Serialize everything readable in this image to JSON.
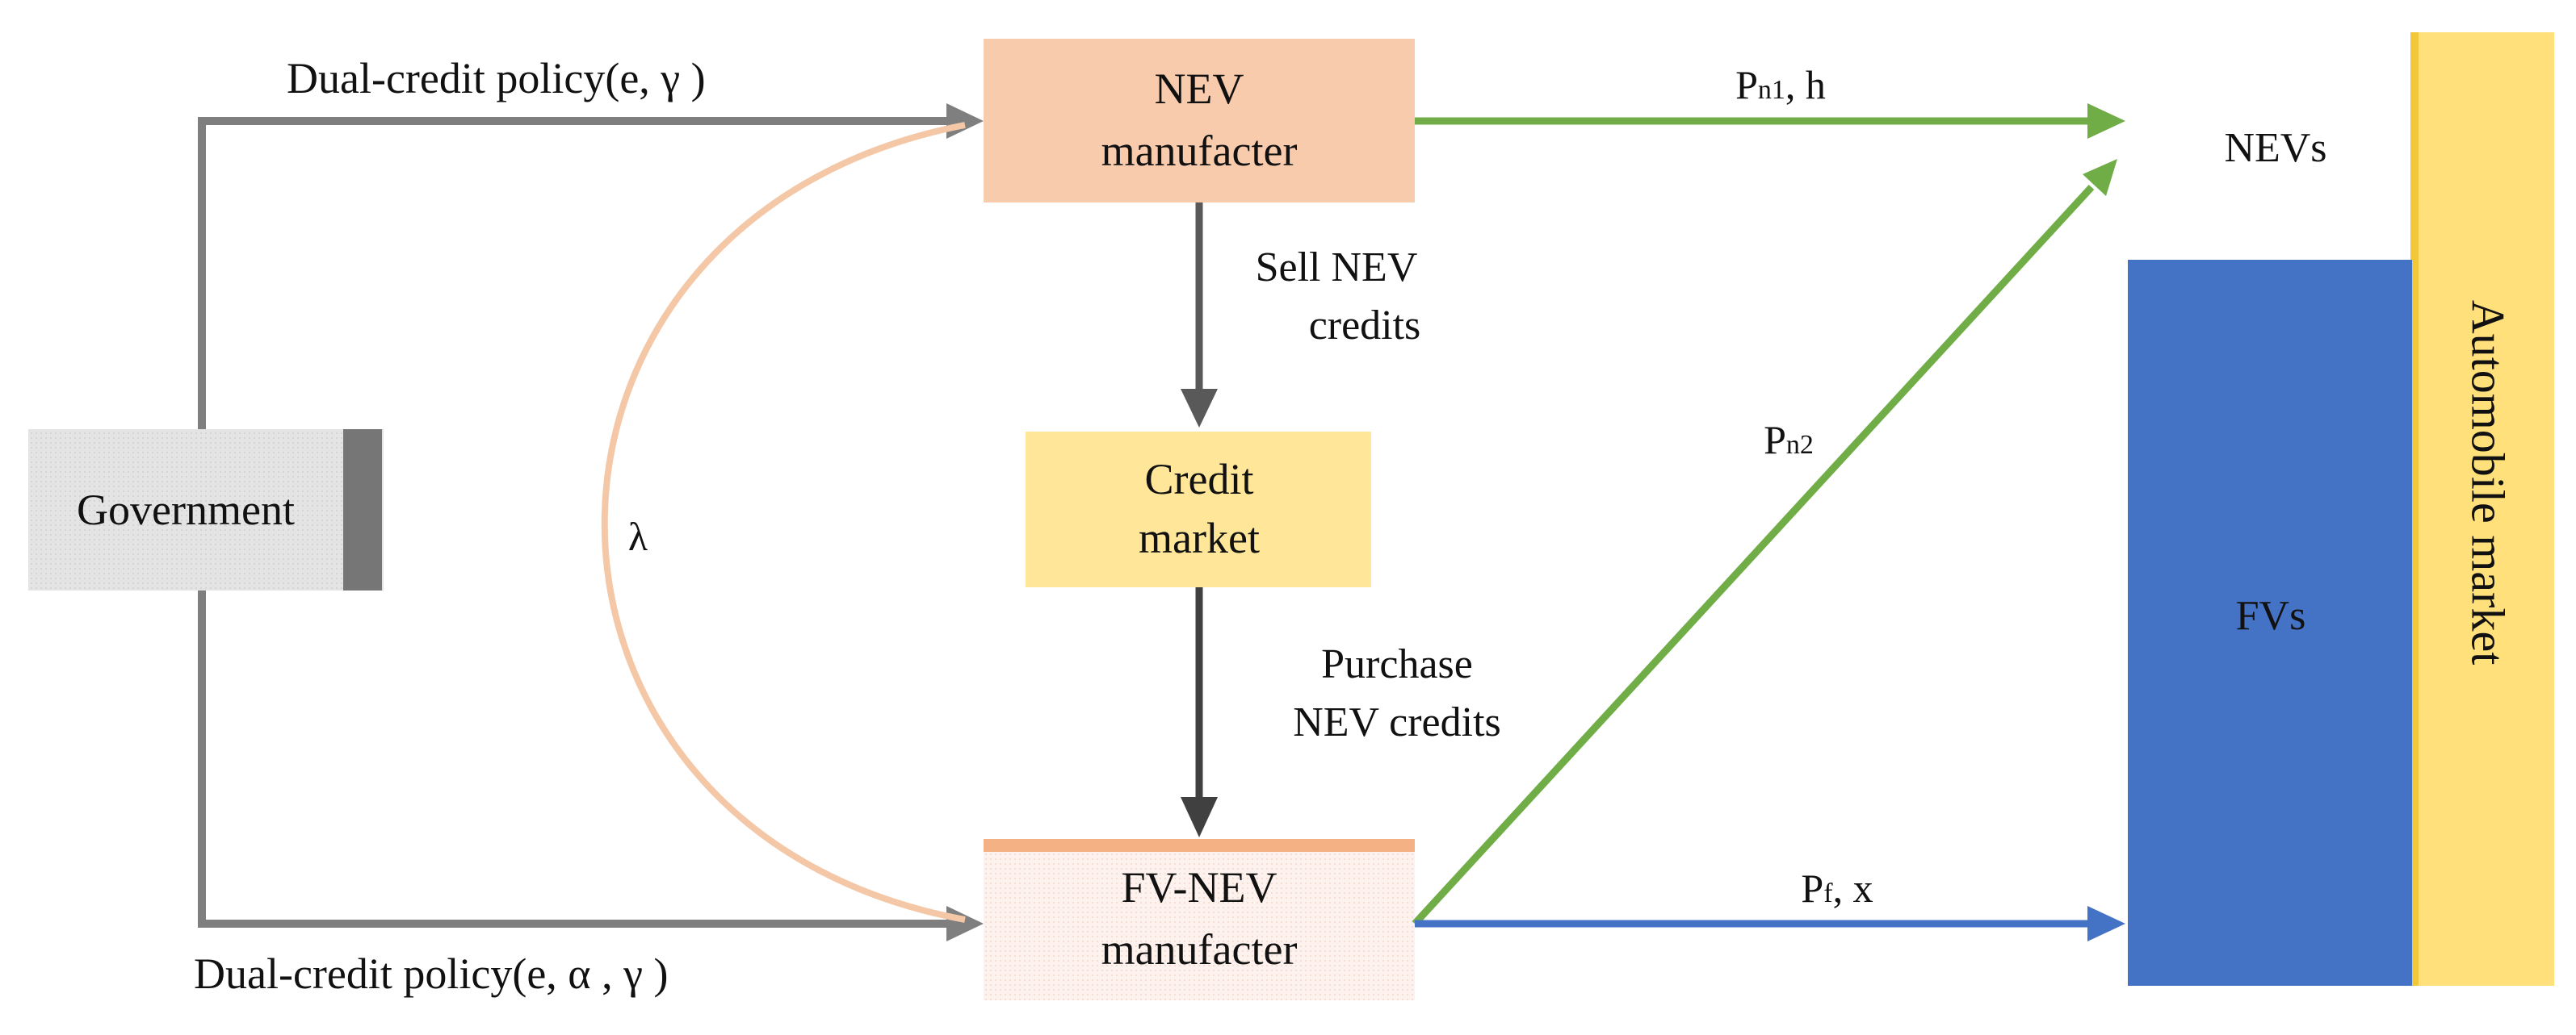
{
  "government": {
    "label": "Government"
  },
  "nev_manufacturer": {
    "line1": "NEV",
    "line2": "manufacter"
  },
  "credit_market": {
    "line1": "Credit",
    "line2": "market"
  },
  "fv_nev_manufacturer": {
    "line1": "FV-NEV",
    "line2": "manufacter"
  },
  "automobile_market": {
    "label": "Automobile market"
  },
  "nevs": {
    "label": "NEVs"
  },
  "fvs": {
    "label": "FVs"
  },
  "policy_top": {
    "label": "Dual-credit policy(e, γ )"
  },
  "policy_bottom": {
    "label": "Dual-credit policy(e, α , γ )"
  },
  "sell_credits": {
    "line1": "Sell NEV",
    "line2": "credits"
  },
  "purchase_credits": {
    "line1": "Purchase",
    "line2": "NEV credits"
  },
  "lambda": {
    "label": "λ"
  },
  "price_pn1": {
    "main": "P",
    "sub": "n1",
    "rest": ", h"
  },
  "price_pn2": {
    "main": "P",
    "sub": "n2"
  },
  "price_pf": {
    "main": "P",
    "sub": "f",
    "rest": ", x"
  },
  "colors": {
    "gray_arrow": "#7f7f7f",
    "dark_arrow": "#404040",
    "green_arrow": "#70ad47",
    "blue_arrow": "#4472c4",
    "orange_curve": "#f4c7a6",
    "nev_box": "#f8cbad",
    "credit_box": "#ffe699",
    "fv_box": "#fdf0ea",
    "fv_box_top": "#f4b183",
    "fvs_block": "#4472c4",
    "market_bar": "#ffe07a",
    "government_box": "#e6e6e6",
    "government_edge": "#767676"
  }
}
